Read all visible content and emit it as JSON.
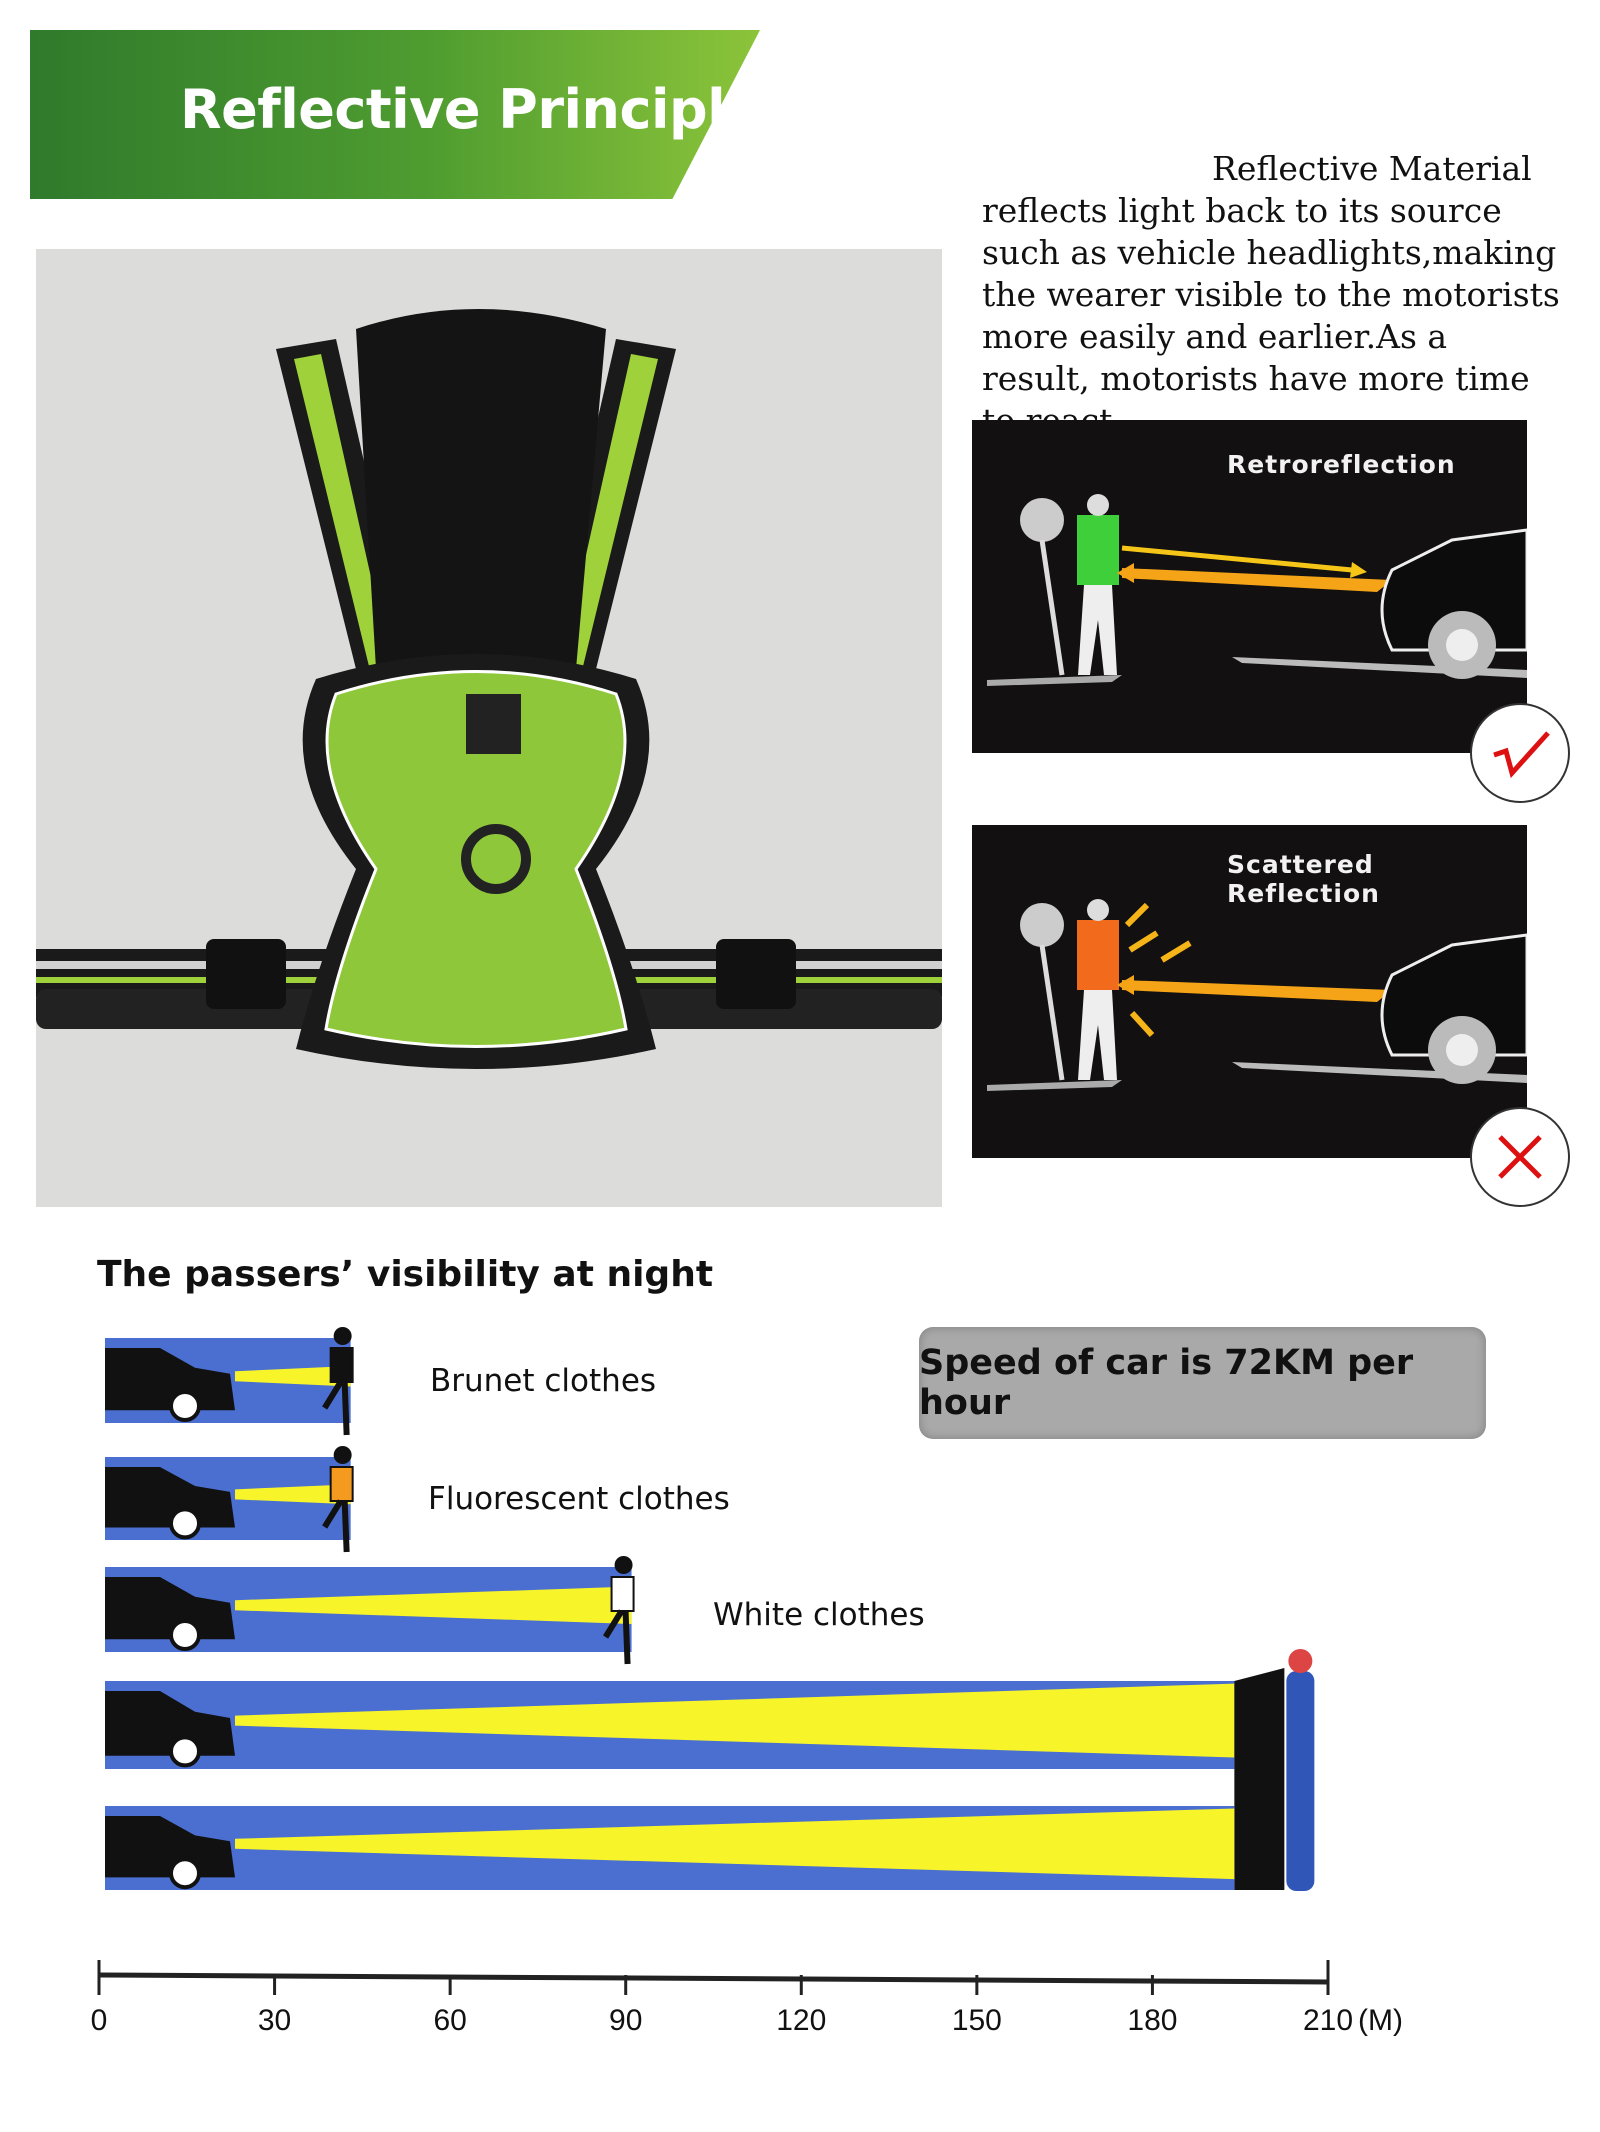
{
  "banner": {
    "title": "Reflective Principle"
  },
  "description": {
    "line1": "Reflective Material",
    "rest": "reflects light back to its source such as vehicle headlights,making the wearer visible to the motorists more easily and earlier.As a result, motorists have more time to react."
  },
  "panels": [
    {
      "label": "Retroreflection",
      "verdict": "check-icon",
      "vest_color": "#3fcf3a"
    },
    {
      "label": "Scattered Reflection",
      "verdict": "cross-icon",
      "vest_color": "#f26a1b"
    }
  ],
  "visibility": {
    "title": "The passers’ visibility at night",
    "speed_note": "Speed of car is 72KM per hour"
  },
  "chart_data": {
    "type": "bar",
    "orientation": "horizontal",
    "categories": [
      "Brunet clothes",
      "Fluorescent clothes",
      "White clothes",
      "",
      ""
    ],
    "values": [
      43,
      43,
      91,
      194,
      194
    ],
    "xlabel": "(M)",
    "xlim": [
      0,
      210
    ],
    "xticks": [
      "0",
      "30",
      "60",
      "90",
      "120",
      "150",
      "180",
      "210"
    ],
    "grid": false,
    "colors": {
      "road": "#4a6fd0",
      "beam": "#f7f52a",
      "car": "#111111",
      "fluorescent": "#f39a1f"
    }
  }
}
